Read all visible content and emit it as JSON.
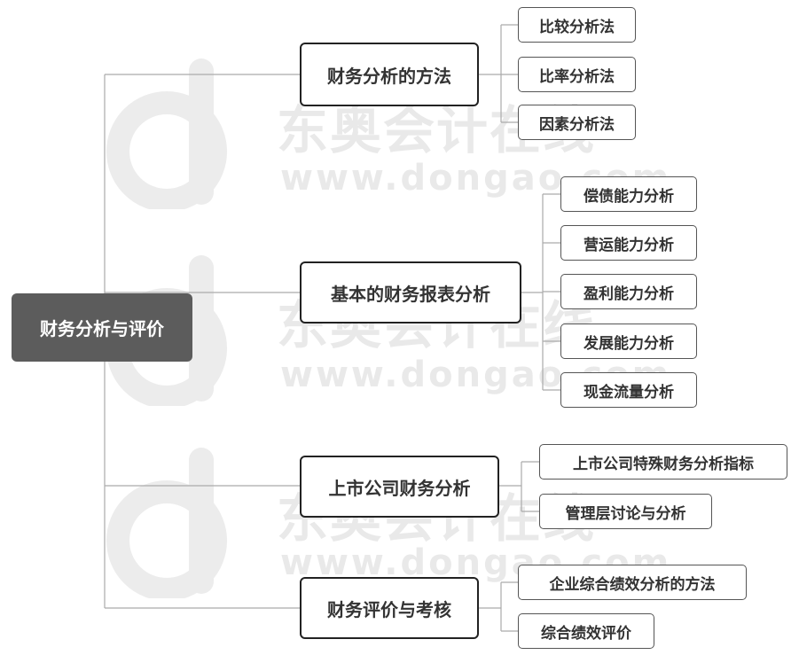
{
  "watermark": {
    "brand": "东奥会计在线",
    "url": "www.dongao.com"
  },
  "mindmap": {
    "root": "财务分析与评价",
    "branches": [
      {
        "label": "财务分析的方法",
        "children": [
          "比较分析法",
          "比率分析法",
          "因素分析法"
        ]
      },
      {
        "label": "基本的财务报表分析",
        "children": [
          "偿债能力分析",
          "营运能力分析",
          "盈利能力分析",
          "发展能力分析",
          "现金流量分析"
        ]
      },
      {
        "label": "上市公司财务分析",
        "children": [
          "上市公司特殊财务分析指标",
          "管理层讨论与分析"
        ]
      },
      {
        "label": "财务评价与考核",
        "children": [
          "企业综合绩效分析的方法",
          "综合绩效评价"
        ]
      }
    ]
  }
}
